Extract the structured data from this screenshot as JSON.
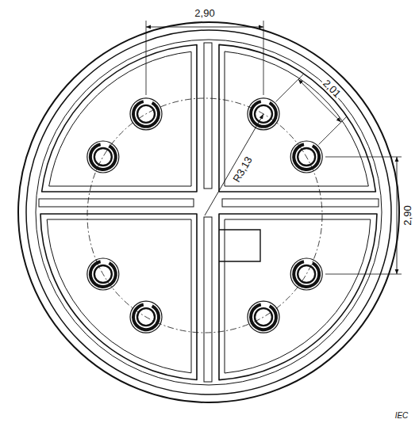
{
  "diagram": {
    "labels": [
      "2,90",
      "2,01",
      "R3,13",
      "2,90",
      "IEC"
    ]
  }
}
